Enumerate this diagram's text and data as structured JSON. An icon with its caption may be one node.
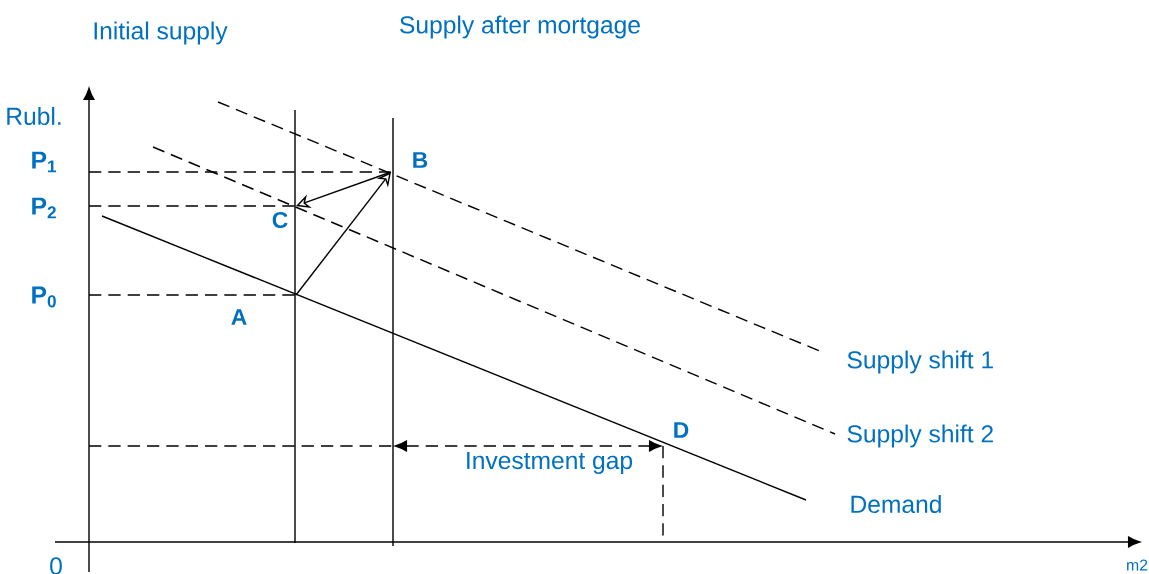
{
  "diagram": {
    "nodes": [
      {
        "text": [
          "B"
        ]
      },
      {
        "text": [
          "C"
        ]
      },
      {
        "text": [
          "A"
        ]
      },
      {
        "text": [
          "D"
        ]
      }
    ],
    "edges": [
      {
        "from": 2,
        "to": 0,
        "arrow": "to"
      },
      {
        "from": 0,
        "to": 1,
        "arrow": "to"
      }
    ],
    "labels": [
      "Initial supply",
      "Supply after mortgage",
      "Rubl.",
      "P$_{1}$",
      "P$_{2}$",
      "P$_{0}$",
      "Supply shift 1",
      "Supply shift 2",
      "Investment gap",
      "Demand",
      "0",
      "m2"
    ]
  }
}
